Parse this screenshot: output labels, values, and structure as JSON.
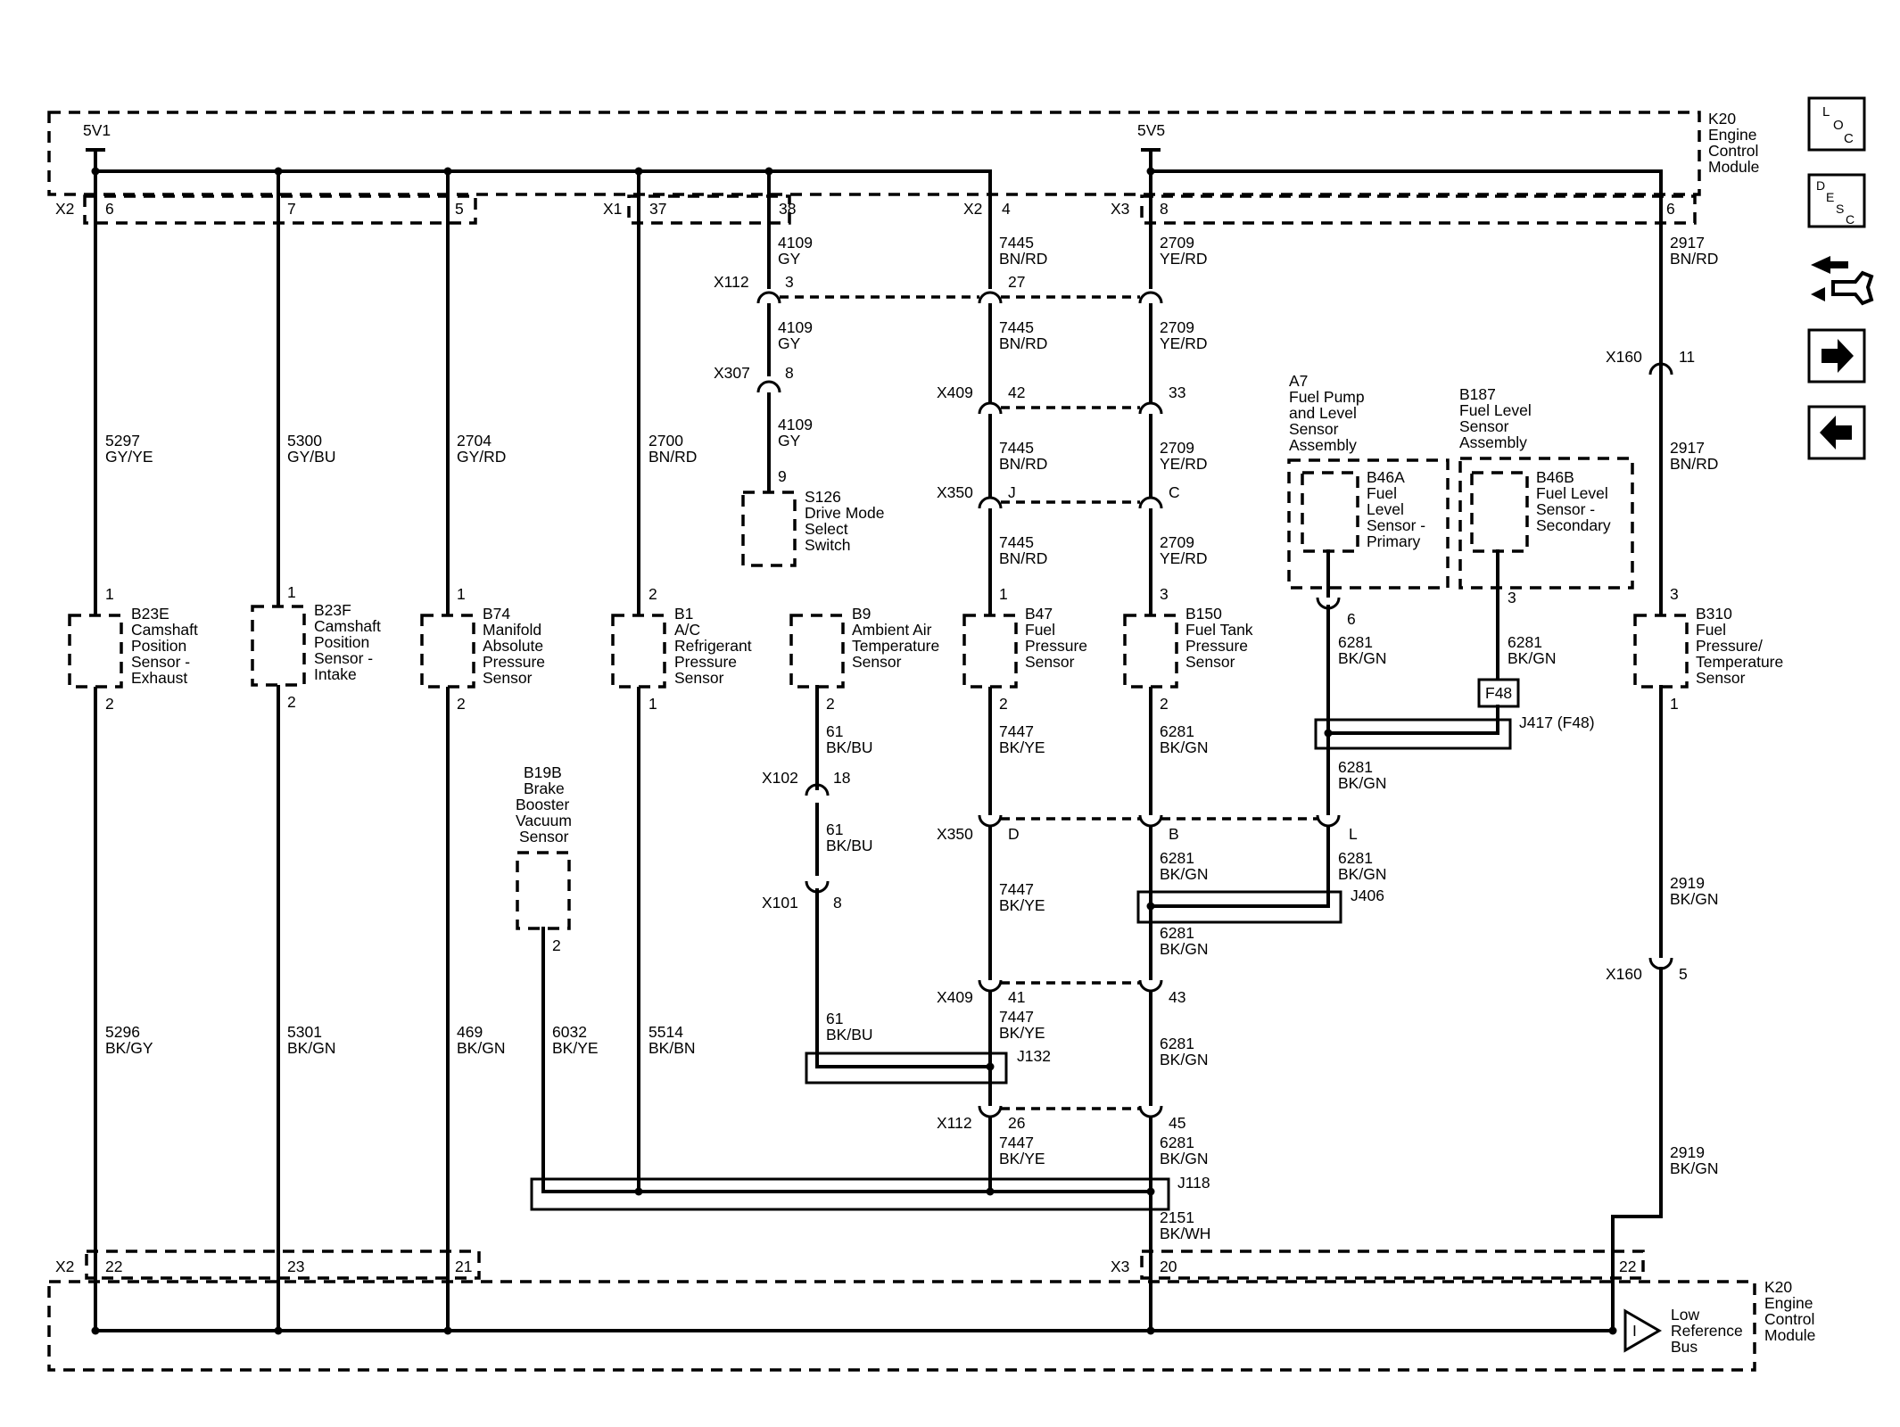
{
  "module": {
    "ref": "K20",
    "name": [
      "Engine",
      "Control",
      "Module"
    ]
  },
  "rails": [
    "5V1",
    "5V5"
  ],
  "connectors": {
    "x1": "X1",
    "x2": "X2",
    "x3": "X3"
  },
  "top_pins": [
    "6",
    "7",
    "5",
    "37",
    "38",
    "4",
    "8",
    "6"
  ],
  "bottom_pins": [
    "22",
    "23",
    "21",
    "20",
    "22"
  ],
  "low_ref": {
    "symbol": "I",
    "label": [
      "Low",
      "Reference",
      "Bus"
    ]
  },
  "inline_connectors": [
    "X112",
    "X307",
    "X409",
    "X350",
    "X160",
    "X102",
    "X101"
  ],
  "inline_pins": [
    "3",
    "27",
    "8",
    "42",
    "33",
    "J",
    "C",
    "11",
    "18",
    "8",
    "D",
    "B",
    "L",
    "41",
    "43",
    "26",
    "45",
    "5"
  ],
  "wires": [
    [
      "4109",
      "GY"
    ],
    [
      "4109",
      "GY"
    ],
    [
      "4109",
      "GY"
    ],
    [
      "7445",
      "BN/RD"
    ],
    [
      "7445",
      "BN/RD"
    ],
    [
      "7445",
      "BN/RD"
    ],
    [
      "7445",
      "BN/RD"
    ],
    [
      "2709",
      "YE/RD"
    ],
    [
      "2709",
      "YE/RD"
    ],
    [
      "2709",
      "YE/RD"
    ],
    [
      "2709",
      "YE/RD"
    ],
    [
      "2917",
      "BN/RD"
    ],
    [
      "2917",
      "BN/RD"
    ],
    [
      "5297",
      "GY/YE"
    ],
    [
      "5300",
      "GY/BU"
    ],
    [
      "2704",
      "GY/RD"
    ],
    [
      "2700",
      "BN/RD"
    ],
    [
      "5296",
      "BK/GY"
    ],
    [
      "5301",
      "BK/GN"
    ],
    [
      "469",
      "BK/GN"
    ],
    [
      "6032",
      "BK/YE"
    ],
    [
      "5514",
      "BK/BN"
    ],
    [
      "61",
      "BK/BU"
    ],
    [
      "61",
      "BK/BU"
    ],
    [
      "61",
      "BK/BU"
    ],
    [
      "7447",
      "BK/YE"
    ],
    [
      "7447",
      "BK/YE"
    ],
    [
      "7447",
      "BK/YE"
    ],
    [
      "7447",
      "BK/YE"
    ],
    [
      "6281",
      "BK/GN"
    ],
    [
      "6281",
      "BK/GN"
    ],
    [
      "6281",
      "BK/GN"
    ],
    [
      "6281",
      "BK/GN"
    ],
    [
      "6281",
      "BK/GN"
    ],
    [
      "6281",
      "BK/GN"
    ],
    [
      "6281",
      "BK/GN"
    ],
    [
      "6281",
      "BK/GN"
    ],
    [
      "6281",
      "BK/GN"
    ],
    [
      "2151",
      "BK/WH"
    ],
    [
      "2919",
      "BK/GN"
    ],
    [
      "2919",
      "BK/GN"
    ]
  ],
  "components": [
    {
      "ref": "B23E",
      "lines": [
        "Camshaft",
        "Position",
        "Sensor -",
        "Exhaust"
      ],
      "p1": "1",
      "p2": "2"
    },
    {
      "ref": "B23F",
      "lines": [
        "Camshaft",
        "Position",
        "Sensor -",
        "Intake"
      ],
      "p1": "1",
      "p2": "2"
    },
    {
      "ref": "B74",
      "lines": [
        "Manifold",
        "Absolute",
        "Pressure",
        "Sensor"
      ],
      "p1": "1",
      "p2": "2"
    },
    {
      "ref": "B1",
      "lines": [
        "A/C",
        "Refrigerant",
        "Pressure",
        "Sensor"
      ],
      "p1": "2",
      "p2": "1"
    },
    {
      "ref": "B9",
      "lines": [
        "Ambient Air",
        "Temperature",
        "Sensor"
      ],
      "p2": "2"
    },
    {
      "ref": "B47",
      "lines": [
        "Fuel",
        "Pressure",
        "Sensor"
      ],
      "p1": "1",
      "p2": "2"
    },
    {
      "ref": "B150",
      "lines": [
        "Fuel Tank",
        "Pressure",
        "Sensor"
      ],
      "p1": "3",
      "p2": "2"
    },
    {
      "ref": "B310",
      "lines": [
        "Fuel",
        "Pressure/",
        "Temperature",
        "Sensor"
      ],
      "p1": "3",
      "p2": "1"
    },
    {
      "ref": "S126",
      "lines": [
        "Drive Mode",
        "Select",
        "Switch"
      ],
      "p1": "9"
    },
    {
      "ref": "B19B",
      "lines": [
        "Brake",
        "Booster",
        "Vacuum",
        "Sensor"
      ],
      "p2": "2"
    },
    {
      "ref": "B46A",
      "lines": [
        "Fuel",
        "Level",
        "Sensor -",
        "Primary"
      ],
      "p": "6"
    },
    {
      "ref": "B46B",
      "lines": [
        "Fuel Level",
        "Sensor -",
        "Secondary"
      ],
      "p": "3"
    }
  ],
  "assemblies": [
    {
      "ref": "A7",
      "lines": [
        "Fuel Pump",
        "and Level",
        "Sensor",
        "Assembly"
      ]
    },
    {
      "ref": "B187",
      "lines": [
        "Fuel Level",
        "Sensor",
        "Assembly"
      ]
    }
  ],
  "splices": [
    "J132",
    "J118",
    "J406",
    "J417 (F48)"
  ],
  "fuse": "F48",
  "nav": {
    "loc": [
      "L",
      "O",
      "C"
    ],
    "desc": [
      "D",
      "E",
      "S",
      "C"
    ],
    "icons": [
      "connector-views-icon",
      "next-arrow-icon",
      "previous-arrow-icon"
    ]
  }
}
